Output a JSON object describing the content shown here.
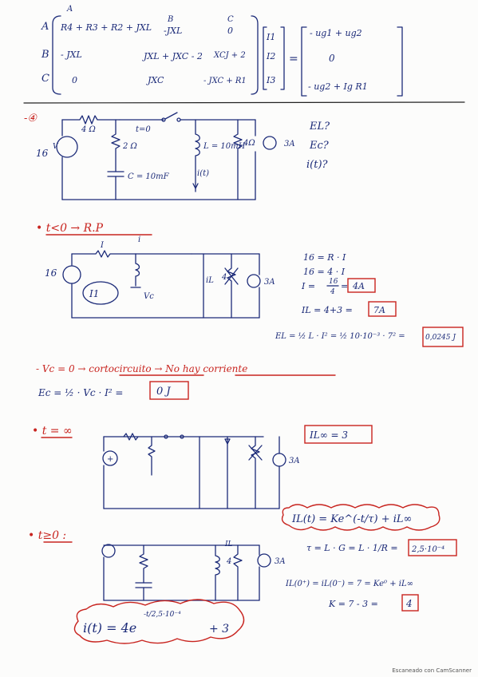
{
  "matrix": {
    "col_labels": [
      "A",
      "B",
      "C"
    ],
    "row_labels": [
      "A",
      "B",
      "C"
    ],
    "rows": [
      [
        "R4 + R3 + R2 + JXL",
        "-JXL",
        "0"
      ],
      [
        "- JXL",
        "JXL + JXC - 2",
        "XCJ + 2"
      ],
      [
        "0",
        "JXC",
        "- JXC + R1"
      ]
    ],
    "unknowns": [
      "I1",
      "I2",
      "I3"
    ],
    "rhs": [
      "- ug1 + ug2",
      "0",
      "- ug2 + Ig R1"
    ]
  },
  "problem": {
    "marker": "-④",
    "source_value": "16",
    "source_letter": "V",
    "r1": "4 Ω",
    "r2": "2 Ω",
    "switch_label": "t=0",
    "cap_label": "C = 10mF",
    "ind_label": "L = 10mH",
    "r3": "4Ω",
    "cur_source": "3A",
    "il_label": "i(t)",
    "questions": [
      "EL?",
      "Ec?",
      "i(t)?"
    ]
  },
  "before": {
    "heading": "• t<0 → R.P",
    "current_I": "I",
    "current_i": "i",
    "source": "16",
    "loop": "I1",
    "vc": "Vc",
    "il": "iL",
    "r": "4",
    "cur_source": "3A",
    "eq1": "16 = R · I",
    "eq2": "16 = 4 · I",
    "eq3_left": "I =",
    "eq3_frac_num": "16",
    "eq3_frac_den": "4",
    "eq3_result": "4A",
    "eq4_left": "IL = 4+3 =",
    "eq4_result": "7A",
    "energy_eq": "EL = ½ L · I² = ½ 10·10⁻³ · 7² =",
    "energy_result": "0,0245 J"
  },
  "short": {
    "line": "- Vc = 0 → cortocircuito → No hay corriente",
    "ec_eq": "Ec = ½ · Vc · I² =",
    "ec_result": "0 J"
  },
  "infinity": {
    "heading": "• t = ∞",
    "source": "+",
    "cur_source": "3A",
    "il_inf": "IL∞ = 3"
  },
  "after": {
    "heading": "• t≥0 :",
    "il_label": "IL",
    "r": "4",
    "cur_source": "3A",
    "formula": "IL(t) = Ke^(-t/τ) + iL∞",
    "tau_eq": "τ = L · G = L · 1/R =",
    "tau_result": "2,5·10⁻⁴",
    "il0_eq": "IL(0⁺) = iL(0⁻) = 7 = Ke⁰ + iL∞",
    "k_eq": "K = 7 - 3 =",
    "k_result": "4",
    "final_base": "i(t) = 4e",
    "final_exp": "-t/2,5·10⁻⁴",
    "final_tail": "+ 3"
  },
  "footer": "Escaneado con CamScanner"
}
